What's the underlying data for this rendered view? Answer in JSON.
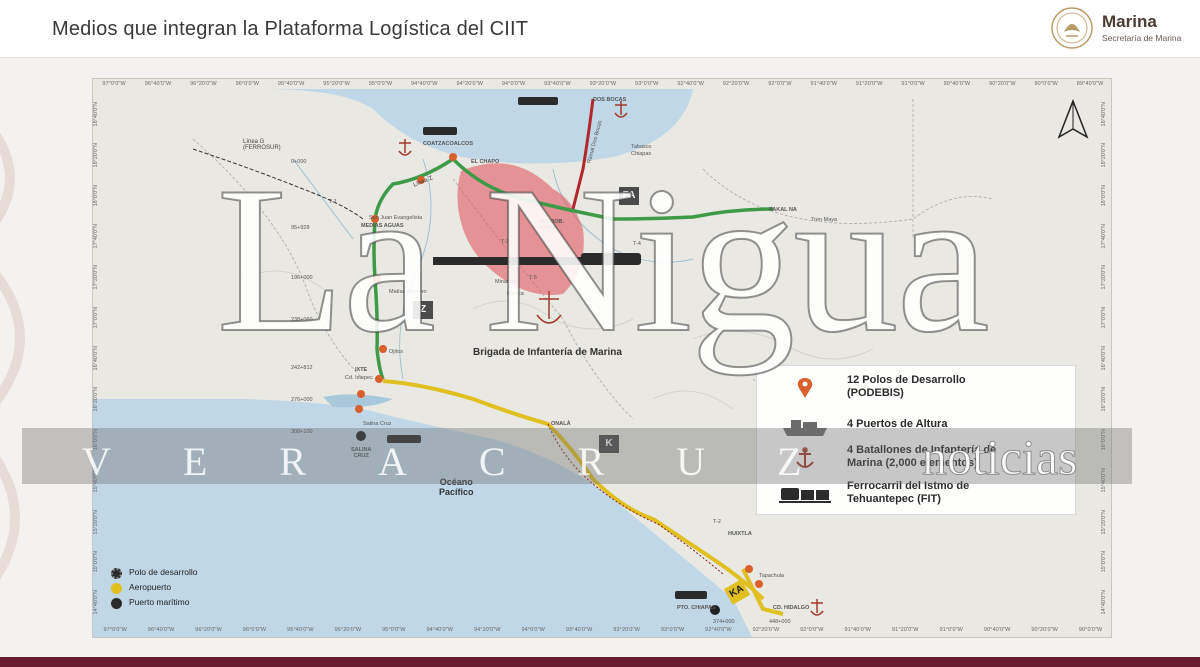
{
  "header": {
    "title": "Medios que integran la Plataforma Logística del CIIT",
    "brand": "Marina",
    "brand_sub": "Secretaría de Marina"
  },
  "map": {
    "ticks_top": [
      "97°0'0\"W",
      "96°40'0\"W",
      "96°20'0\"W",
      "96°0'0\"W",
      "95°40'0\"W",
      "95°20'0\"W",
      "95°0'0\"W",
      "94°40'0\"W",
      "94°20'0\"W",
      "94°0'0\"W",
      "93°40'0\"W",
      "93°20'0\"W",
      "93°0'0\"W",
      "92°40'0\"W",
      "92°20'0\"W",
      "92°0'0\"W",
      "91°40'0\"W",
      "91°20'0\"W",
      "91°0'0\"W",
      "90°40'0\"W",
      "90°20'0\"W",
      "90°0'0\"W",
      "89°40'0\"W"
    ],
    "ticks_bottom": [
      "97°0'0\"W",
      "96°40'0\"W",
      "96°20'0\"W",
      "96°0'0\"W",
      "95°40'0\"W",
      "95°20'0\"W",
      "95°0'0\"W",
      "94°40'0\"W",
      "94°20'0\"W",
      "94°0'0\"W",
      "93°40'0\"W",
      "93°20'0\"W",
      "93°0'0\"W",
      "92°40'0\"W",
      "92°20'0\"W",
      "92°0'0\"W",
      "91°40'0\"W",
      "91°20'0\"W",
      "91°0'0\"W",
      "90°40'0\"W",
      "90°20'0\"W",
      "90°0'0\"W"
    ],
    "ticks_left": [
      "18°40'0\"N",
      "18°20'0\"N",
      "18°0'0\"N",
      "17°40'0\"N",
      "17°20'0\"N",
      "17°0'0\"N",
      "16°40'0\"N",
      "16°20'0\"N",
      "16°0'0\"N",
      "15°40'0\"N",
      "15°20'0\"N",
      "15°0'0\"N",
      "14°40'0\"N"
    ],
    "ticks_right": [
      "18°40'0\"N",
      "18°20'0\"N",
      "18°0'0\"N",
      "17°40'0\"N",
      "17°20'0\"N",
      "17°0'0\"N",
      "16°40'0\"N",
      "16°20'0\"N",
      "16°0'0\"N",
      "15°40'0\"N",
      "15°20'0\"N",
      "15°0'0\"N",
      "14°40'0\"N"
    ],
    "labels": {
      "linea_g": "Línea G\n(FERROSUR)",
      "linea_z": "Línea Z",
      "coatzacoalcos": "COATZACOALCOS",
      "el_chapo": "EL CHAPO",
      "dos_bocas": "DOS BOCAS",
      "ramal": "Ramal Dos Bocas",
      "tabasco": "Tabasco",
      "chiapas_town": "Chiapas",
      "ing_rob_ayala": "ING.ROB.\nAYALA",
      "pakal_na": "PAKAL NA",
      "tren_maya": "Tren Maya",
      "medias_aguas": "MEDIAS AGUAS",
      "san_juan": "San Juan Evangelista",
      "matias_romero": "Matías Romero",
      "salina_cruz": "SALINA\nCRUZ",
      "salina_cruz_small": "Salina Cruz",
      "ixtepec": "IXTE",
      "ciudad_ixtepec": "Cd. Ixtepec",
      "ojitos": "Ojitos",
      "onala": "ONALÁ",
      "oceano": "Océano\nPacífico",
      "huixtla": "HUIXTLA",
      "tapachula": "Tapachula",
      "pto_chiapas": "PTO. CHIAPAS",
      "cd_hidalgo": "CD. HIDALGO",
      "brigada": "Brigada de Infantería de Marina",
      "km_0": "0+000",
      "km_95": "95+928",
      "km_196": "196+000",
      "km_238": "238+060",
      "km_242": "242+812",
      "km_276": "276+000",
      "km_308": "308+100",
      "km_374": "374+000",
      "km_448": "448+000",
      "t1": "T-1",
      "t2": "T-2",
      "t3": "T-3",
      "t4": "T-4",
      "t5": "T-5",
      "mina": "Minatitlán",
      "blanca": "Blanca"
    },
    "zones": [
      "FA",
      "Z",
      "K",
      "KA"
    ],
    "compass": "north-arrow-icon"
  },
  "legend": {
    "items": [
      {
        "icon": "map-pin-icon",
        "text": "12 Polos de Desarrollo\n(PODEBIS)"
      },
      {
        "icon": "ship-icon",
        "text": "4 Puertos de Altura"
      },
      {
        "icon": "anchor-icon",
        "text": "4 Batallones de Infantería de\nMarina (2,000 elementos)"
      },
      {
        "icon": "train-icon",
        "text": "Ferrocarril del Istmo de\nTehuantepec (FIT)"
      }
    ]
  },
  "small_legend": {
    "items": [
      {
        "icon": "development-pole-icon",
        "text": "Polo de desarrollo"
      },
      {
        "icon": "airport-icon",
        "text": "Aeropuerto"
      },
      {
        "icon": "seaport-icon",
        "text": "Puerto marítimo"
      }
    ]
  },
  "watermark": {
    "main": "La Nigua",
    "city": "VERACRUZ",
    "news": "noticias"
  },
  "colors": {
    "route_green": "#3d9a47",
    "route_yellow": "#e0c020",
    "route_red": "#b3262b",
    "brigade_red": "#e04a55",
    "sea": "#bfd7e6",
    "land": "#e9e8e3",
    "accent_maroon": "#6a1c2c"
  }
}
